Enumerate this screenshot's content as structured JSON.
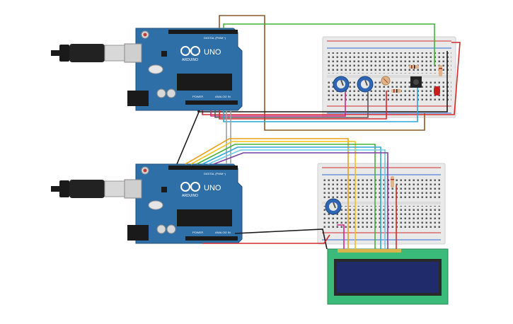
{
  "colors": {
    "board": "#2f6fa8",
    "board_dark": "#1f4f7c",
    "breadboard": "#e9e9e9",
    "rail_red": "#d42a2a",
    "rail_blue": "#2e6bd6",
    "pot": "#2f66b3",
    "lcd_frame": "#3bbb7a",
    "lcd_screen": "#1f2b6b",
    "cable": "#1a1a1a"
  },
  "arduino_top": {
    "brand_text": "UNO",
    "maker_text": "ARDUINO",
    "digital_label": "DIGITAL (PWM~)",
    "power_label": "POWER",
    "analog_label": "ANALOG IN"
  },
  "arduino_bottom": {
    "brand_text": "UNO",
    "maker_text": "ARDUINO",
    "digital_label": "DIGITAL (PWM~)",
    "power_label": "POWER",
    "analog_label": "ANALOG IN"
  },
  "components": {
    "top_breadboard": [
      "potentiometer",
      "potentiometer",
      "photoresistor",
      "resistor",
      "pushbutton",
      "resistor",
      "red-led"
    ],
    "bottom_breadboard": [
      "potentiometer",
      "resistor"
    ],
    "lcd": "16x2-lcd"
  },
  "wire_colors": [
    "#e8a21c",
    "#f2c31a",
    "#45b23a",
    "#2ba8d8",
    "#7b3fa0",
    "#d42a2a",
    "#1a1a1a",
    "#8a5a2b",
    "#9aa0a6"
  ]
}
